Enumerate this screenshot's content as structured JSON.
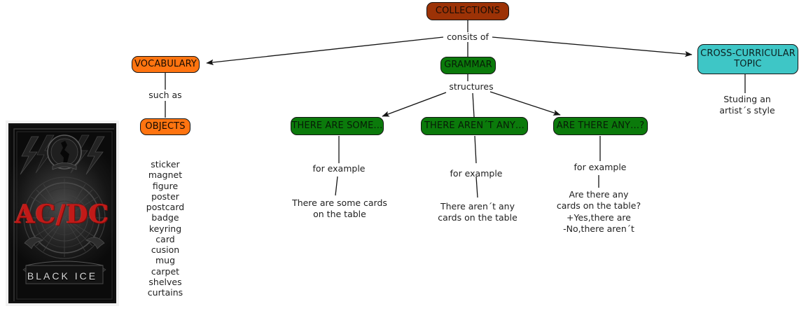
{
  "diagram": {
    "title": "COLLECTIONS concept map",
    "colors": {
      "collections": "#9c3206",
      "vocabulary": "#ff7410",
      "grammar": "#0b7a0b",
      "cross_curricular": "#3ec6c6",
      "edge": "#1a1a1a",
      "background": "#ffffff"
    },
    "nodes": {
      "collections": "COLLECTIONS",
      "vocabulary": "VOCABULARY",
      "objects": "OBJECTS",
      "grammar": "GRAMMAR",
      "cross_curricular": "CROSS-CURRICULAR\nTOPIC",
      "there_are_some": "THERE ARE SOME…",
      "there_arent_any": "THERE AREN´T ANY…",
      "are_there_any": "ARE THERE ANY…?"
    },
    "link_labels": {
      "consists_of": "consits of",
      "such_as": "such as",
      "structures": "structures",
      "for_example_1": "for example",
      "for_example_2": "for example",
      "for_example_3": "for example"
    },
    "leaf_texts": {
      "cross_curricular_detail": "Studing an\nartist´s style",
      "example_affirmative": "There are some cards\non the table",
      "example_negative": "There aren´t any\ncards on the table",
      "example_question": "Are there any\ncards on the table?\n+Yes,there are\n-No,there aren´t"
    },
    "objects_list": [
      "sticker",
      "magnet",
      "figure",
      "poster",
      "postcard",
      "badge",
      "keyring",
      "card",
      "cusion",
      "mug",
      "carpet",
      "shelves",
      "curtains"
    ],
    "album_art": {
      "band": "AC/DC",
      "album": "BLACK ICE",
      "icon": "album-cover-image"
    }
  }
}
